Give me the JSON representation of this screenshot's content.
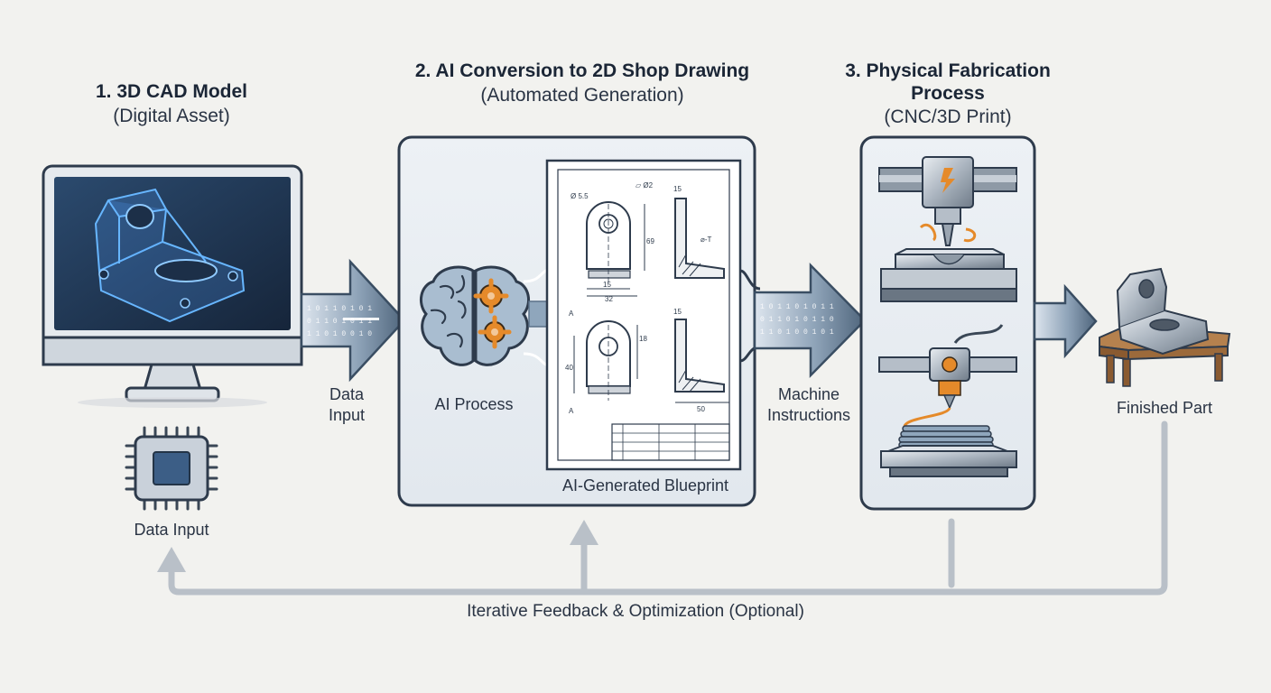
{
  "stages": [
    {
      "title": "1. 3D CAD Model",
      "subtitle": "(Digital Asset)"
    },
    {
      "title": "2. AI Conversion to 2D Shop Drawing",
      "subtitle": "(Automated Generation)"
    },
    {
      "title_line1": "3. Physical Fabrication",
      "title_line2": "Process",
      "subtitle": "(CNC/3D Print)"
    }
  ],
  "labels": {
    "data_input_arrow_l1": "Data",
    "data_input_arrow_l2": "Input",
    "data_input_chip": "Data Input",
    "ai_process": "AI Process",
    "blueprint": "AI-Generated Blueprint",
    "machine_l1": "Machine",
    "machine_l2": "Instructions",
    "finished_part": "Finished Part",
    "feedback": "Iterative Feedback & Optimization (Optional)"
  },
  "drawing_marks": {
    "dia": "Ø 5.5",
    "flat": "⏥ Ø2",
    "d15a": "15",
    "d15b": "15",
    "d32": "32",
    "h69": "69",
    "gt": "⌀-T",
    "secA1": "A",
    "secA2": "A",
    "d15c": "15",
    "d50": "50",
    "h18": "18",
    "h40": "40"
  },
  "colors": {
    "accent_blue": "#3d8fd6",
    "arrow_slate": "#5a7088",
    "gear_orange": "#e58a2a",
    "panel_border": "#2e3b4c"
  }
}
